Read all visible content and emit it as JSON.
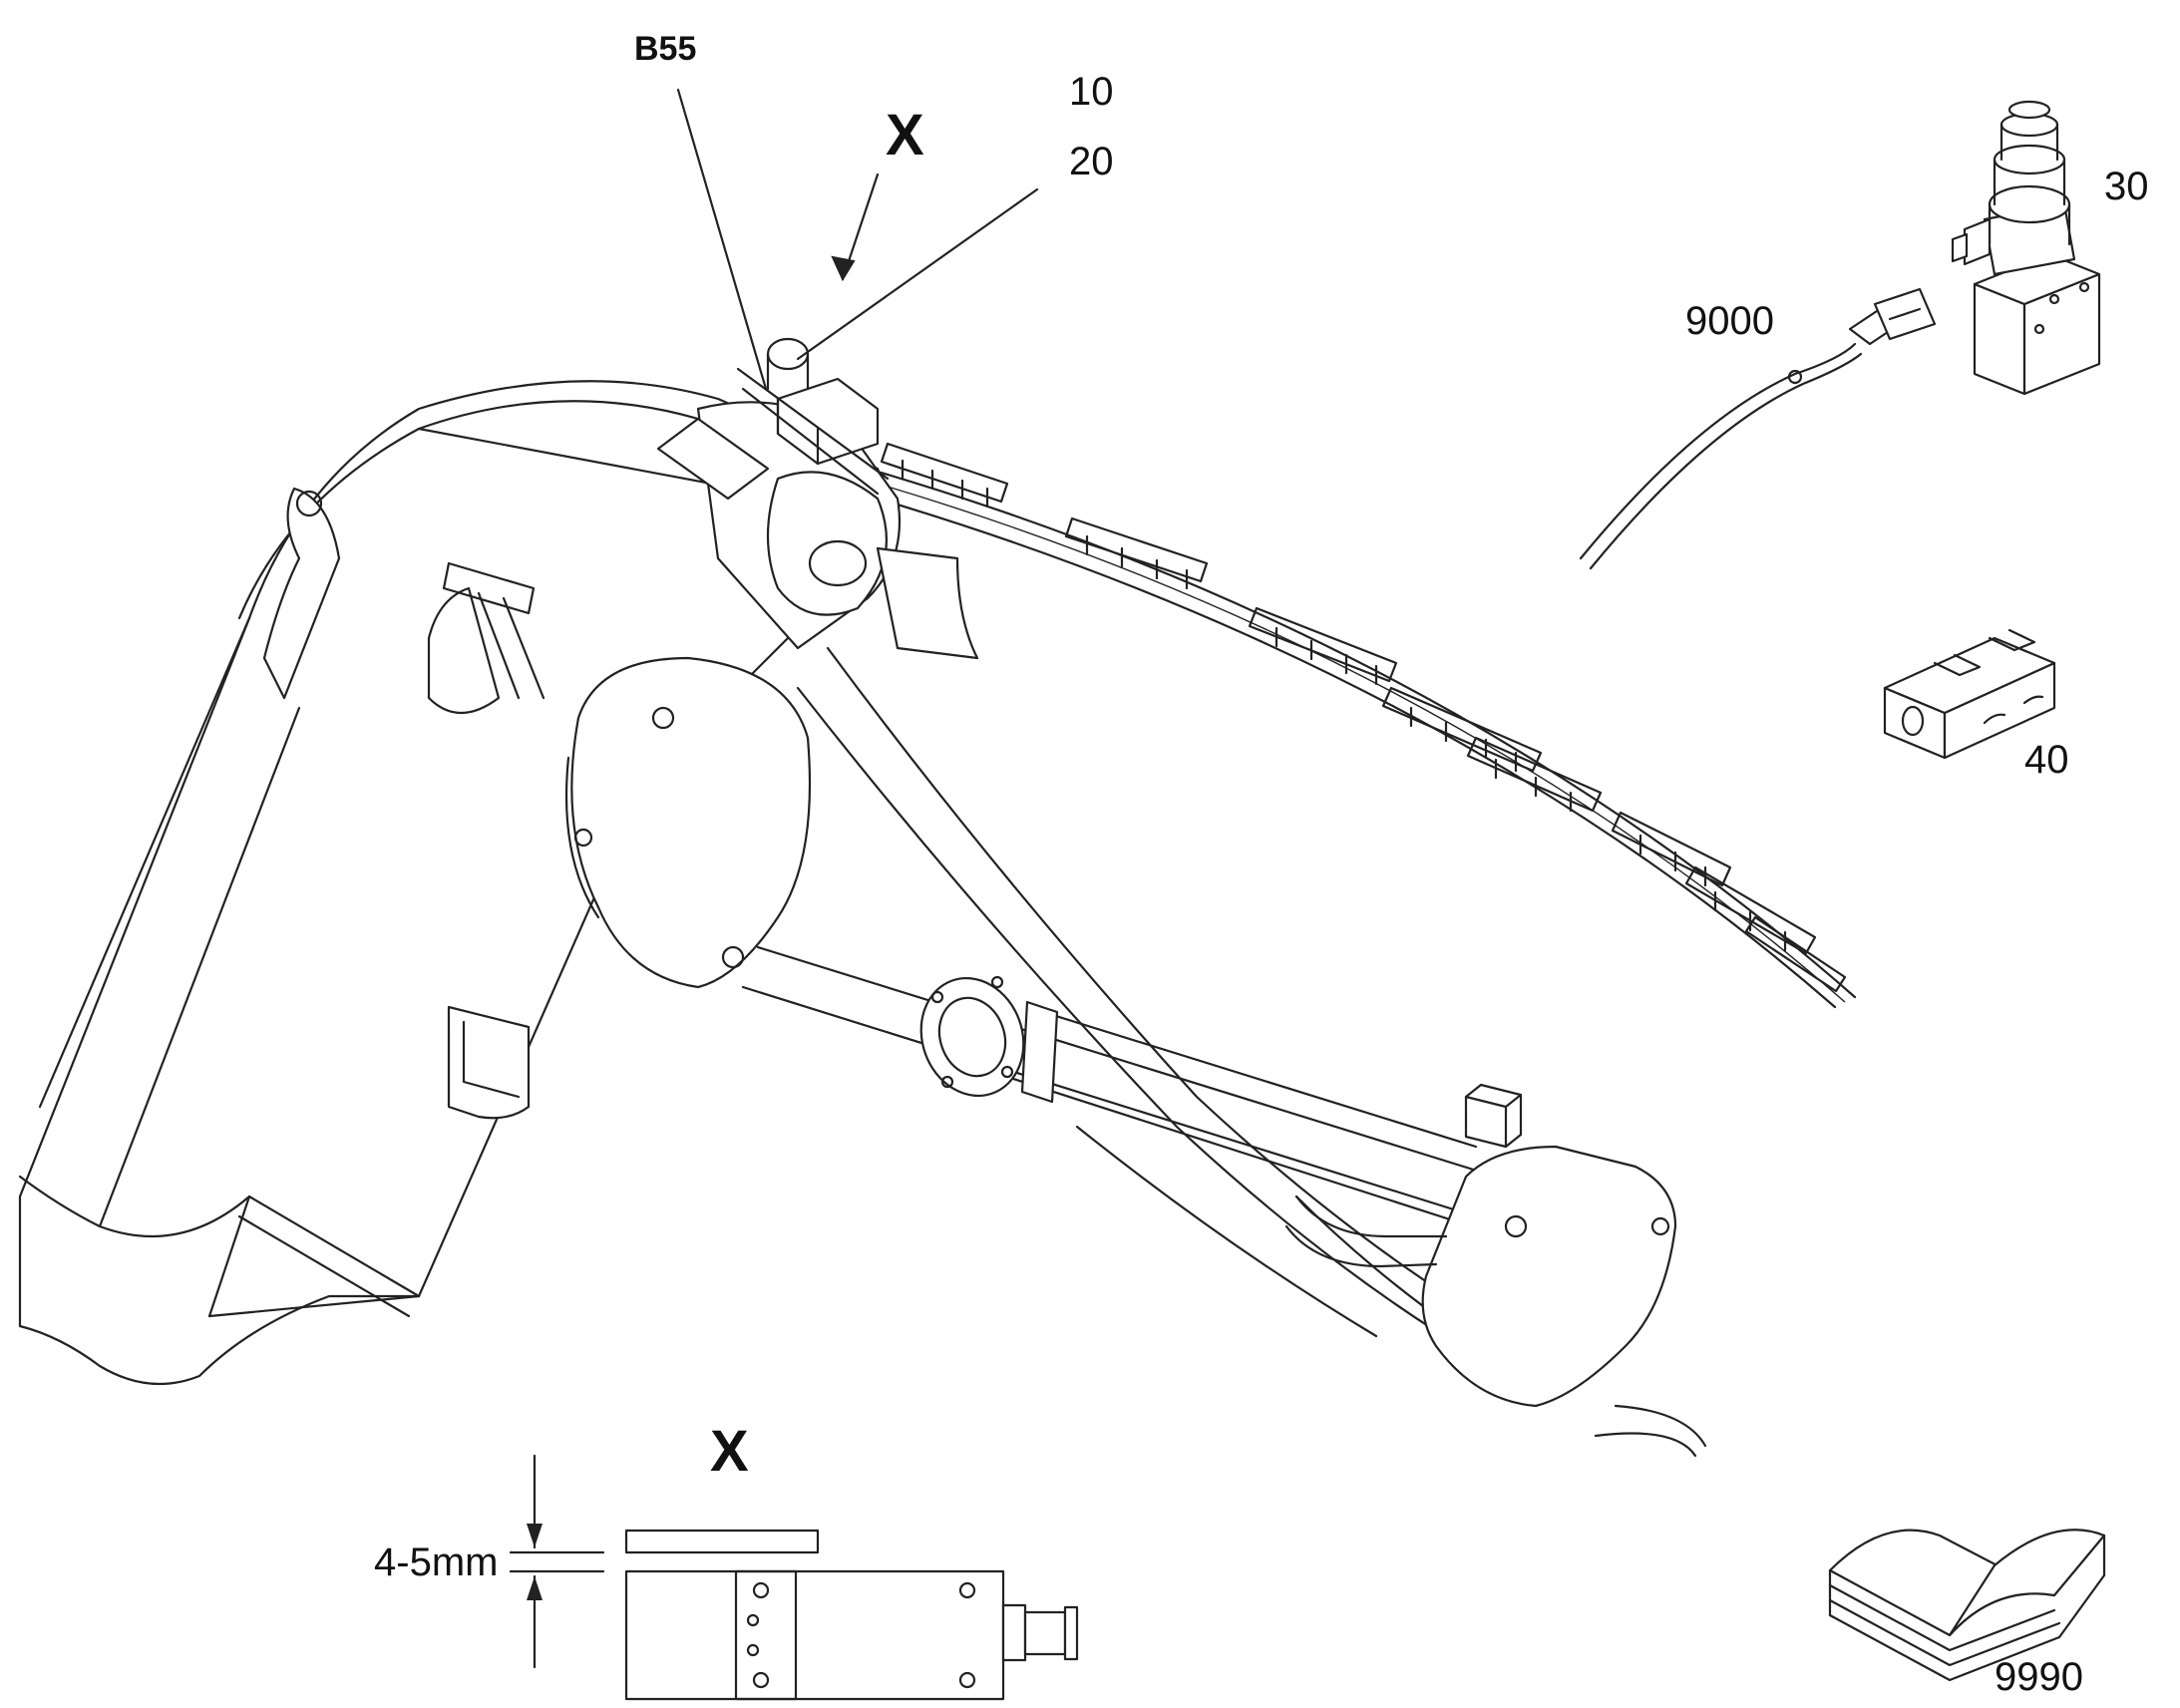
{
  "diagram": {
    "callouts": {
      "b55": "B55",
      "x_top": "X",
      "item_10": "10",
      "item_20": "20",
      "item_30": "30",
      "item_40": "40",
      "item_9000": "9000",
      "item_9990": "9990",
      "x_detail": "X",
      "gap_dimension": "4-5mm"
    }
  },
  "colors": {
    "line": "#222222",
    "background": "#ffffff"
  }
}
